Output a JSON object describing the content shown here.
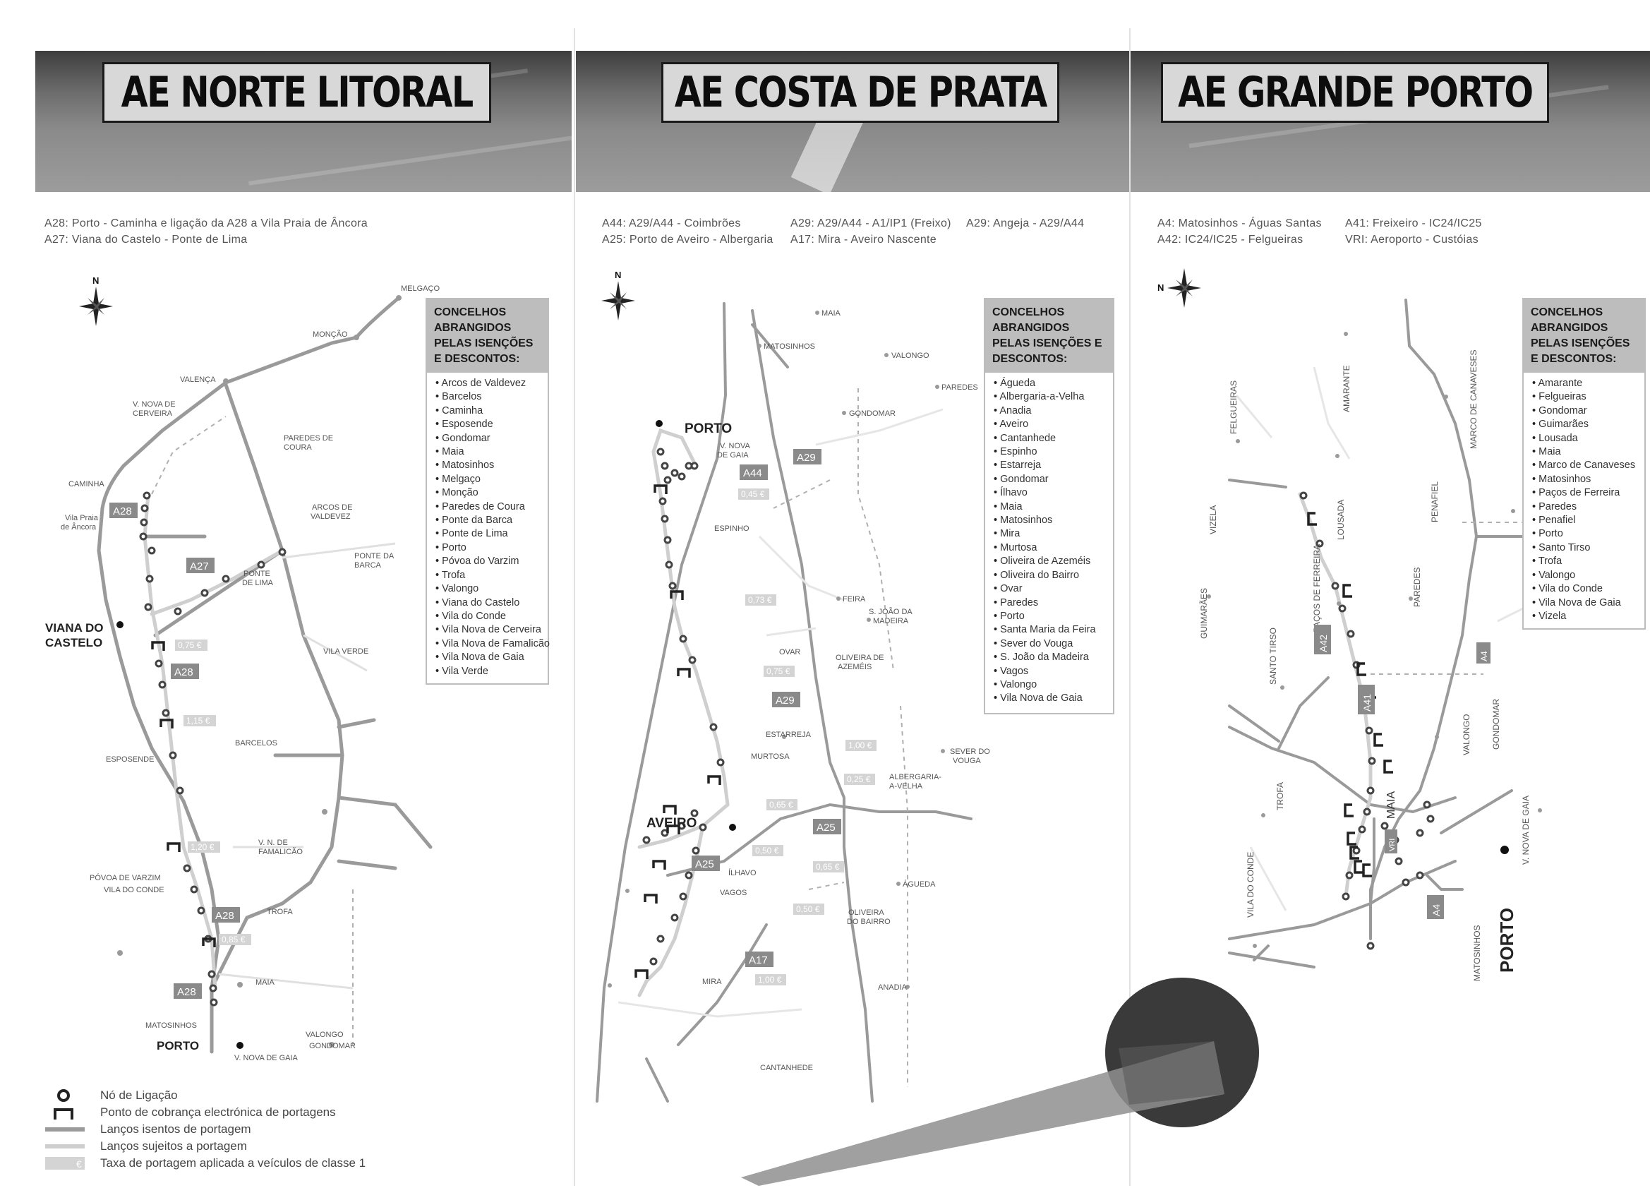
{
  "panels": [
    {
      "title": "AE NORTE LITORAL",
      "routes": [
        "A28: Porto - Caminha e ligação da A28 a Vila Praia de Âncora",
        "A27: Viana do Castelo - Ponte de Lima"
      ],
      "compass": "N",
      "box_title": "CONCELHOS ABRANGIDOS PELAS ISENÇÕES E DESCONTOS:",
      "concelhos": [
        "Arcos de Valdevez",
        "Barcelos",
        "Caminha",
        "Esposende",
        "Gondomar",
        "Maia",
        "Matosinhos",
        "Melgaço",
        "Monção",
        "Paredes de Coura",
        "Ponte da Barca",
        "Ponte de Lima",
        "Porto",
        "Póvoa do Varzim",
        "Trofa",
        "Valongo",
        "Viana do Castelo",
        "Vila do Conde",
        "Vila Nova de Cerveira",
        "Vila Nova de Famalicão",
        "Vila Nova de Gaia",
        "Vila Verde"
      ],
      "places": {
        "melgaco": "MELGAÇO",
        "moncao": "MONÇÃO",
        "valenca": "VALENÇA",
        "vncerveira": "V. NOVA DE",
        "vncerveira2": "CERVEIRA",
        "paredescoura": "PAREDES DE",
        "paredescoura2": "COURA",
        "caminha": "CAMINHA",
        "vilapraia": "Vila Praia",
        "vilapraia2": "de Âncora",
        "arcos": "ARCOS DE",
        "arcos2": "VALDEVEZ",
        "pontebarca": "PONTE DA",
        "pontebarca2": "BARCA",
        "pontelima": "PONTE",
        "pontelima2": "DE LIMA",
        "viana": "VIANA DO",
        "viana2": "CASTELO",
        "vilaverde": "VILA VERDE",
        "barcelos": "BARCELOS",
        "esposende": "ESPOSENDE",
        "vnfam": "V. N. DE",
        "vnfam2": "FAMALICÃO",
        "povoa": "PÓVOA DE VARZIM",
        "viladoconde": "VILA DO CONDE",
        "trofa": "TROFA",
        "maia": "MAIA",
        "matosinhos": "MATOSINHOS",
        "porto": "PORTO",
        "valongo": "VALONGO",
        "gondomar": "GONDOMAR",
        "vngaia": "V. NOVA DE GAIA"
      },
      "roads": {
        "a28a": "A28",
        "a27": "A27",
        "a28b": "A28",
        "a28c": "A28",
        "a28d": "A28"
      },
      "tolls": [
        "0,75 €",
        "1,15 €",
        "1,20 €",
        "0,85 €"
      ]
    },
    {
      "title": "AE COSTA DE PRATA",
      "routes": [
        "A44: A29/A44 - Coimbrões",
        "A25: Porto de Aveiro - Albergaria",
        "A29: A29/A44 - A1/IP1 (Freixo)",
        "A17: Mira - Aveiro Nascente",
        "A29: Angeja - A29/A44"
      ],
      "compass": "N",
      "box_title": "CONCELHOS ABRANGIDOS PELAS ISENÇÕES E DESCONTOS:",
      "concelhos": [
        "Águeda",
        "Albergaria-a-Velha",
        "Anadia",
        "Aveiro",
        "Cantanhede",
        "Espinho",
        "Estarreja",
        "Gondomar",
        "Ílhavo",
        "Maia",
        "Matosinhos",
        "Mira",
        "Murtosa",
        "Oliveira de Azeméis",
        "Oliveira do Bairro",
        "Ovar",
        "Paredes",
        "Porto",
        "Santa Maria da Feira",
        "Sever do Vouga",
        "S. João da Madeira",
        "Vagos",
        "Valongo",
        "Vila Nova de Gaia"
      ],
      "places": {
        "maia": "MAIA",
        "matosinhos": "MATOSINHOS",
        "valongo": "VALONGO",
        "paredes": "PAREDES",
        "porto": "PORTO",
        "gondomar": "GONDOMAR",
        "vngaia": "V. NOVA",
        "vngaia2": "DE GAIA",
        "espinho": "ESPINHO",
        "feira": "FEIRA",
        "sjoao": "S. JOÃO DA",
        "sjoao2": "MADEIRA",
        "ovar": "OVAR",
        "oliveira": "OLIVEIRA DE",
        "oliveira2": "AZEMÉIS",
        "estarreja": "ESTARREJA",
        "murtosa": "MURTOSA",
        "sever": "SEVER DO",
        "sever2": "VOUGA",
        "albergaria": "ALBERGARIA-",
        "albergaria2": "A-VELHA",
        "aveiro": "AVEIRO",
        "ilhavo": "ÍLHAVO",
        "agueda": "ÁGUEDA",
        "vagos": "VAGOS",
        "olbairro": "OLIVEIRA",
        "olbairro2": "DO BAIRRO",
        "mira": "MIRA",
        "anadia": "ANADIA",
        "cantanhede": "CANTANHEDE"
      },
      "roads": {
        "a44": "A44",
        "a29a": "A29",
        "a29b": "A29",
        "a25a": "A25",
        "a25b": "A25",
        "a17": "A17"
      },
      "tolls": [
        "0,45 €",
        "0,73 €",
        "0,75 €",
        "1,00 €",
        "0,25 €",
        "0,65 €",
        "0,50 €",
        "0,65 €",
        "0,50 €",
        "1,00 €"
      ]
    },
    {
      "title": "AE GRANDE PORTO",
      "routes": [
        "A4: Matosinhos - Águas Santas",
        "A42: IC24/IC25 - Felgueiras",
        "A41: Freixeiro - IC24/IC25",
        "VRI: Aeroporto - Custóias"
      ],
      "compass": "N",
      "box_title": "CONCELHOS ABRANGIDOS PELAS ISENÇÕES E DESCONTOS:",
      "concelhos": [
        "Amarante",
        "Felgueiras",
        "Gondomar",
        "Guimarães",
        "Lousada",
        "Maia",
        "Marco de Canaveses",
        "Matosinhos",
        "Paços de Ferreira",
        "Paredes",
        "Penafiel",
        "Porto",
        "Santo Tirso",
        "Trofa",
        "Valongo",
        "Vila do Conde",
        "Vila Nova de Gaia",
        "Vizela"
      ],
      "places": {
        "felgueiras": "FELGUEIRAS",
        "amarante": "AMARANTE",
        "marco": "MARCO DE CANAVESES",
        "lousada": "LOUSADA",
        "penafiel": "PENAFIEL",
        "vizela": "VIZELA",
        "guimaraes": "GUIMARÃES",
        "pacos": "PAÇOS DE FERREIRA",
        "paredes": "PAREDES",
        "santotirso": "SANTO TIRSO",
        "valongo": "VALONGO",
        "gondomar": "GONDOMAR",
        "trofa": "TROFA",
        "maia": "MAIA",
        "vngaia": "V. NOVA DE GAIA",
        "viladoconde": "VILA DO CONDE",
        "matosinhos": "MATOSINHOS",
        "porto": "PORTO"
      },
      "roads": {
        "a42": "A42",
        "a41": "A41",
        "a4a": "A4",
        "a4b": "A4",
        "vri": "VRI"
      }
    }
  ],
  "legend": [
    "Nó de Ligação",
    "Ponto de cobrança electrónica de portagens",
    "Lanços isentos de portagem",
    "Lanços sujeitos a portagem",
    "Taxa de portagem aplicada a veículos de classe 1"
  ],
  "legend_euro": "€",
  "colors": {
    "road": "#9a9a9a",
    "toll_road": "#cfcfcf",
    "title_bg": "#d8d8d8",
    "box_header": "#bdbdbd"
  }
}
